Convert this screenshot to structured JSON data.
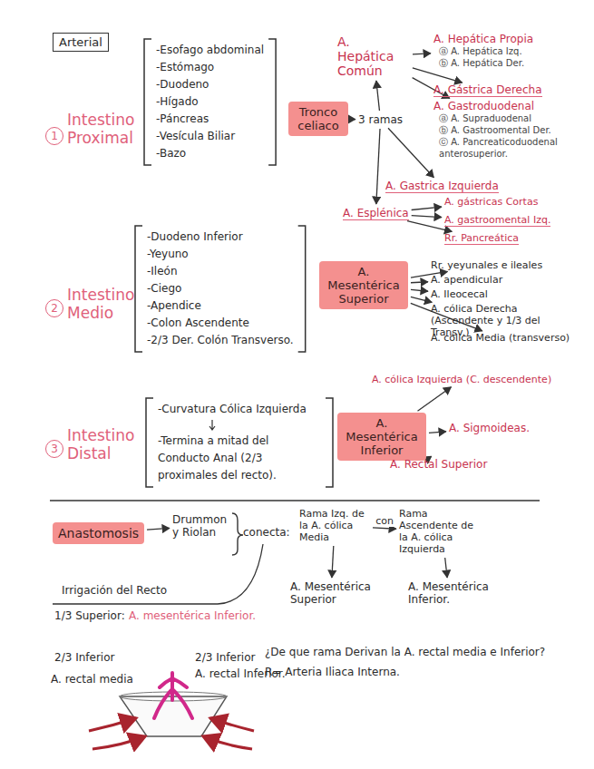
{
  "diagram": {
    "nodes": [
      {
        "text": [
          "Arterial"
        ]
      },
      {
        "text": [
          "-Esofago abdominal",
          "-Estómago",
          "-Duodeno",
          "-Hígado",
          "-Páncreas",
          "-Vesícula Biliar",
          "-Bazo"
        ]
      },
      {
        "text": [
          "Tronco celiaco"
        ]
      },
      {
        "text": [
          "3 ramas"
        ]
      },
      {
        "text": [
          "A. Hepática Común"
        ]
      },
      {
        "text": [
          "A. Hepática Propia",
          "ⓐ A. Hepática Izq.",
          "ⓑ A. Hepática Der."
        ]
      },
      {
        "text": [
          "A. Gástrica Derecha"
        ]
      },
      {
        "text": [
          "A. Gastroduodenal",
          "ⓐ A. Supraduodenal",
          "ⓑ A. Gastroomental Der.",
          "ⓒ A. Pancreaticoduodenal anterosuperior."
        ]
      },
      {
        "text": [
          "A. Gastrica Izquierda"
        ]
      },
      {
        "text": [
          "A. Esplénica"
        ]
      },
      {
        "text": [
          "A. gástricas Cortas"
        ]
      },
      {
        "text": [
          "A. gastroomental Izq."
        ]
      },
      {
        "text": [
          "Rr. Pancreática"
        ]
      },
      {
        "text": [
          "-Duodeno Inferior",
          "-Yeyuno",
          "-Ileón",
          "-Ciego",
          "-Apendice",
          "-Colon Ascendente",
          "-2/3 Der. Colón Transverso."
        ]
      },
      {
        "text": [
          "A. Mesentérica Superior"
        ]
      },
      {
        "text": [
          "Rr. yeyunales e ileales"
        ]
      },
      {
        "text": [
          "A. apendicular"
        ]
      },
      {
        "text": [
          "A. Ileocecal"
        ]
      },
      {
        "text": [
          "A. cólica Derecha (Ascendente y 1/3 del Transv.)"
        ]
      },
      {
        "text": [
          "A. cólica Media (transverso)"
        ]
      },
      {
        "text": [
          "-Curvatura Cólica Izquierda",
          "-Termina a mitad del Conducto Anal (2/3 proximales del recto)."
        ]
      },
      {
        "text": [
          "A. Mesentérica Inferior"
        ]
      },
      {
        "text": [
          "A. cólica Izquierda (C. descendente)"
        ]
      },
      {
        "text": [
          "A. Sigmoideas."
        ]
      },
      {
        "text": [
          "A. Rectal Superior"
        ]
      },
      {
        "text": [
          "Anastomosis"
        ]
      },
      {
        "text": [
          "Drummon y Riolan"
        ]
      },
      {
        "text": [
          "Rama Izq. de la A. cólica Media"
        ]
      },
      {
        "text": [
          "Rama Ascendente de la A. cólica Izquierda"
        ]
      },
      {
        "text": [
          "A. Mesentérica Superior"
        ]
      },
      {
        "text": [
          "A. Mesentérica Inferior."
        ]
      }
    ],
    "edges": [
      {
        "from": 2,
        "to": 3,
        "arrow": "to"
      },
      {
        "from": 3,
        "to": 4,
        "arrow": "to"
      },
      {
        "from": 3,
        "to": 8,
        "arrow": "to"
      },
      {
        "from": 3,
        "to": 9,
        "arrow": "to"
      },
      {
        "from": 4,
        "to": 5,
        "arrow": "to"
      },
      {
        "from": 4,
        "to": 6,
        "arrow": "to"
      },
      {
        "from": 4,
        "to": 7,
        "arrow": "to"
      },
      {
        "from": 9,
        "to": 10,
        "arrow": "to"
      },
      {
        "from": 9,
        "to": 11,
        "arrow": "to"
      },
      {
        "from": 9,
        "to": 12,
        "arrow": "to"
      },
      {
        "from": 14,
        "to": 15,
        "arrow": "to"
      },
      {
        "from": 14,
        "to": 16,
        "arrow": "to"
      },
      {
        "from": 14,
        "to": 17,
        "arrow": "to"
      },
      {
        "from": 14,
        "to": 18,
        "arrow": "to"
      },
      {
        "from": 14,
        "to": 19,
        "arrow": "to"
      },
      {
        "from": 21,
        "to": 22,
        "arrow": "to"
      },
      {
        "from": 21,
        "to": 23,
        "arrow": "to"
      },
      {
        "from": 21,
        "to": 24,
        "arrow": "to"
      },
      {
        "from": 25,
        "to": 26,
        "arrow": "to"
      },
      {
        "from": 27,
        "to": 28,
        "label": "con",
        "arrow": "to"
      },
      {
        "from": 27,
        "to": 29,
        "arrow": "to"
      },
      {
        "from": 28,
        "to": 30,
        "arrow": "to"
      }
    ],
    "labels": [
      "1",
      "Intestino Proximal",
      "2",
      "Intestino Medio",
      "3",
      "Intestino Distal",
      "conecta:",
      "Irrigación del Recto",
      "1/3 Superior:",
      "A. mesentérica Inferior.",
      "2/3 Inferior",
      "A. rectal media",
      "2/3 Inferior",
      "A. rectal Inferior.",
      "¿De que rama Derivan la A. rectal media e Inferior?",
      "R= Arteria Iliaca Interna."
    ]
  }
}
